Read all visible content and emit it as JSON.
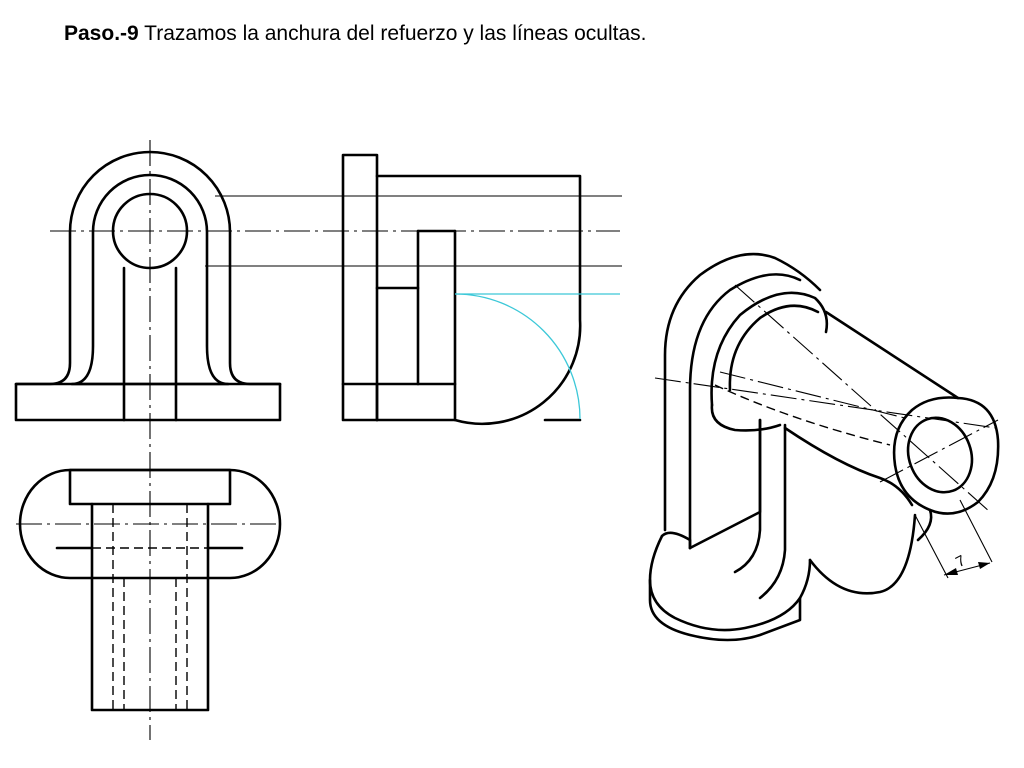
{
  "title": {
    "step": "Paso.-9",
    "text": "Trazamos la anchura del refuerzo y las líneas ocultas."
  },
  "isometric": {
    "dimension_value": "7"
  },
  "colors": {
    "line": "#000000",
    "construction_arc": "#3cc8d8",
    "background": "#ffffff"
  }
}
